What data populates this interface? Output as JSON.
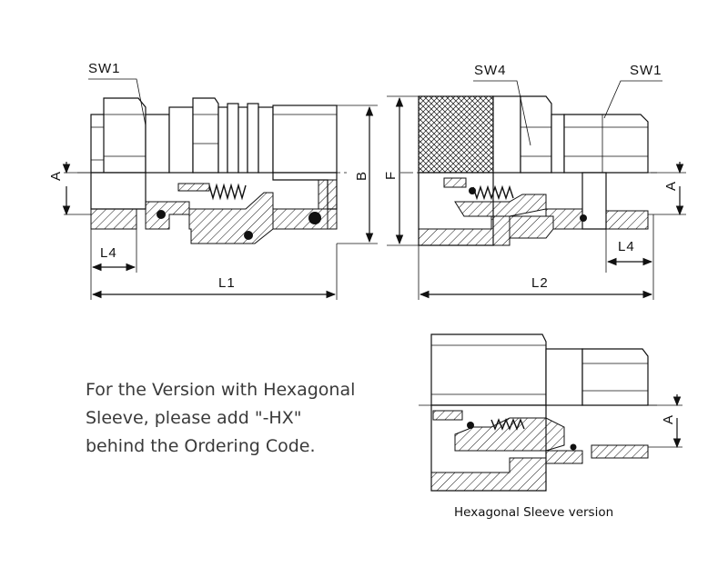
{
  "labels": {
    "sw1_left": "SW1",
    "sw4": "SW4",
    "sw1_right": "SW1",
    "a_left": "A",
    "b": "B",
    "f": "F",
    "a_right": "A",
    "l4_left": "L4",
    "l1": "L1",
    "l2": "L2",
    "l4_right": "L4",
    "a_hex": "A"
  },
  "note": {
    "line1": "For the Version with Hexagonal",
    "line2": "Sleeve, please add \"-HX\"",
    "line3": "behind the Ordering Code."
  },
  "caption": "Hexagonal Sleeve version"
}
